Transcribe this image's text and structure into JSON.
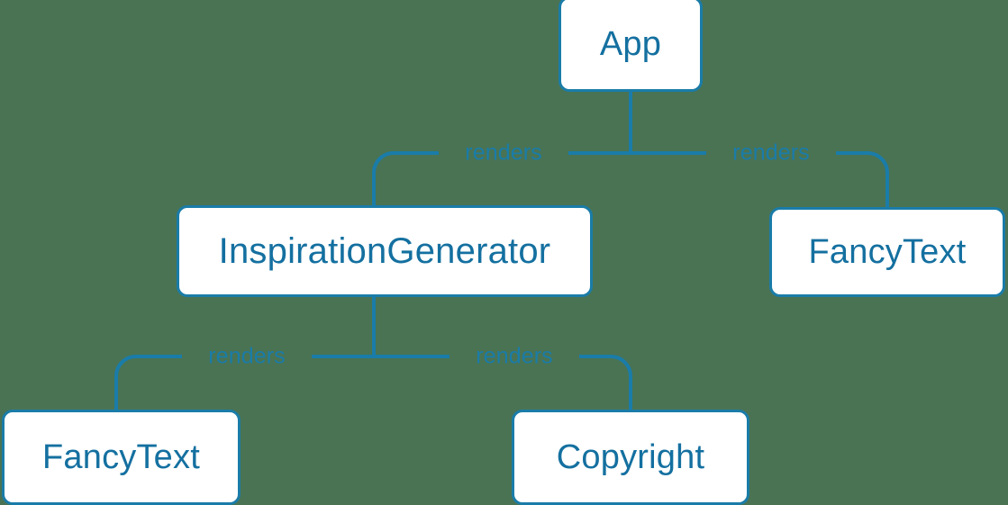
{
  "diagram": {
    "type": "component-tree",
    "background_color": "#4a7354",
    "node_fill": "#ffffff",
    "node_border_color": "#1a7ca8",
    "node_text_color": "#1470a0",
    "edge_color": "#1a7ca8",
    "edge_label_color": "#1a7ca8",
    "nodes": [
      {
        "id": "app",
        "label": "App"
      },
      {
        "id": "inspgen",
        "label": "InspirationGenerator"
      },
      {
        "id": "fancy_right",
        "label": "FancyText"
      },
      {
        "id": "fancy_left",
        "label": "FancyText"
      },
      {
        "id": "copyright",
        "label": "Copyright"
      }
    ],
    "edges": [
      {
        "from": "app",
        "to": "inspgen",
        "label": "renders"
      },
      {
        "from": "app",
        "to": "fancy_right",
        "label": "renders"
      },
      {
        "from": "inspgen",
        "to": "fancy_left",
        "label": "renders"
      },
      {
        "from": "inspgen",
        "to": "copyright",
        "label": "renders"
      }
    ]
  }
}
